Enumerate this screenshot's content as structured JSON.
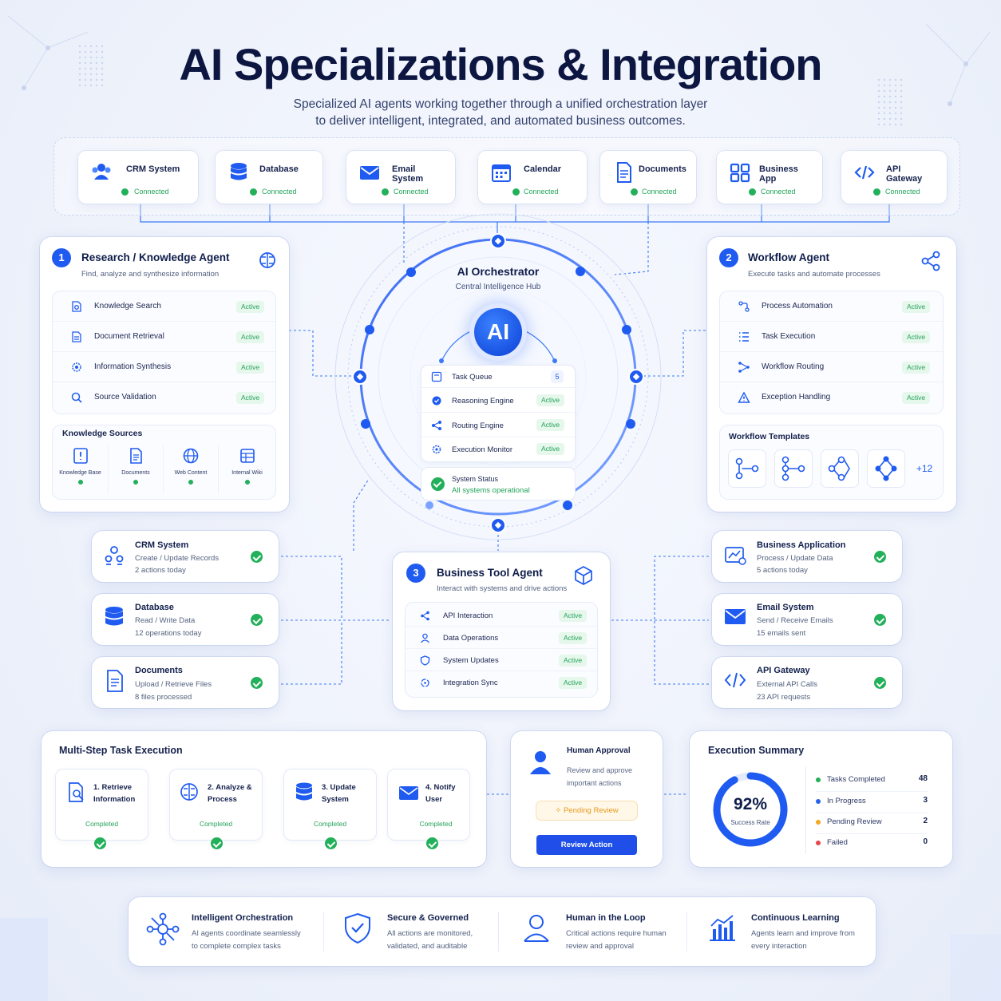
{
  "header": {
    "title": "AI Specializations & Integration",
    "subtitle_line1": "Specialized AI agents working together through a unified orchestration layer",
    "subtitle_line2": "to deliver intelligent, integrated, and automated business outcomes."
  },
  "systems": [
    {
      "name": "CRM System",
      "status": "Connected",
      "icon": "users-icon"
    },
    {
      "name": "Database",
      "status": "Connected",
      "icon": "database-icon"
    },
    {
      "name": "Email System",
      "status": "Connected",
      "icon": "mail-icon"
    },
    {
      "name": "Calendar",
      "status": "Connected",
      "icon": "calendar-icon"
    },
    {
      "name": "Documents",
      "status": "Connected",
      "icon": "document-icon"
    },
    {
      "name": "Business App",
      "status": "Connected",
      "icon": "grid-icon"
    },
    {
      "name": "API Gateway",
      "status": "Connected",
      "icon": "code-icon"
    }
  ],
  "research_agent": {
    "number": "1",
    "title": "Research / Knowledge Agent",
    "subtitle": "Find, analyze and synthesize information",
    "capabilities": [
      {
        "label": "Knowledge Search",
        "status": "Active"
      },
      {
        "label": "Document Retrieval",
        "status": "Active"
      },
      {
        "label": "Information Synthesis",
        "status": "Active"
      },
      {
        "label": "Source Validation",
        "status": "Active"
      }
    ],
    "sources_title": "Knowledge Sources",
    "sources": [
      "Knowledge Base",
      "Documents",
      "Web Content",
      "Internal Wiki"
    ]
  },
  "workflow_agent": {
    "number": "2",
    "title": "Workflow Agent",
    "subtitle": "Execute tasks and automate processes",
    "capabilities": [
      {
        "label": "Process Automation",
        "status": "Active"
      },
      {
        "label": "Task Execution",
        "status": "Active"
      },
      {
        "label": "Workflow Routing",
        "status": "Active"
      },
      {
        "label": "Exception Handling",
        "status": "Active"
      }
    ],
    "templates_title": "Workflow Templates",
    "templates_more": "+12"
  },
  "orchestrator": {
    "title": "AI Orchestrator",
    "subtitle": "Central Intelligence Hub",
    "badge": "AI",
    "queue_label": "Task Queue",
    "queue_count": "5",
    "engines": [
      {
        "label": "Reasoning Engine",
        "status": "Active"
      },
      {
        "label": "Routing Engine",
        "status": "Active"
      },
      {
        "label": "Execution Monitor",
        "status": "Active"
      }
    ],
    "system_status_label": "System Status",
    "system_status_value": "All systems operational"
  },
  "business_agent": {
    "number": "3",
    "title": "Business Tool Agent",
    "subtitle": "Interact with systems and drive actions",
    "capabilities": [
      {
        "label": "API Interaction",
        "status": "Active"
      },
      {
        "label": "Data Operations",
        "status": "Active"
      },
      {
        "label": "System Updates",
        "status": "Active"
      },
      {
        "label": "Integration Sync",
        "status": "Active"
      }
    ]
  },
  "left_tools": [
    {
      "name": "CRM System",
      "desc": "Create / Update Records",
      "stat": "2 actions today"
    },
    {
      "name": "Database",
      "desc": "Read / Write Data",
      "stat": "12 operations today"
    },
    {
      "name": "Documents",
      "desc": "Upload / Retrieve Files",
      "stat": "8 files processed"
    }
  ],
  "right_tools": [
    {
      "name": "Business Application",
      "desc": "Process / Update Data",
      "stat": "5 actions today"
    },
    {
      "name": "Email System",
      "desc": "Send / Receive Emails",
      "stat": "15 emails sent"
    },
    {
      "name": "API Gateway",
      "desc": "External API Calls",
      "stat": "23 API requests"
    }
  ],
  "multistep": {
    "title": "Multi-Step Task Execution",
    "steps": [
      {
        "line1": "1. Retrieve",
        "line2": "Information",
        "status": "Completed"
      },
      {
        "line1": "2. Analyze &",
        "line2": "Process",
        "status": "Completed"
      },
      {
        "line1": "3. Update",
        "line2": "System",
        "status": "Completed"
      },
      {
        "line1": "4. Notify",
        "line2": "User",
        "status": "Completed"
      }
    ]
  },
  "approval": {
    "title": "Human Approval",
    "desc_line1": "Review and approve",
    "desc_line2": "important actions",
    "pending": "Pending Review",
    "button": "Review Action"
  },
  "summary": {
    "title": "Execution Summary",
    "rate": "92%",
    "rate_label": "Success Rate",
    "rate_value": 0.92,
    "rows": [
      {
        "label": "Tasks Completed",
        "value": "48",
        "color": "#22b05a"
      },
      {
        "label": "In Progress",
        "value": "3",
        "color": "#2563eb"
      },
      {
        "label": "Pending Review",
        "value": "2",
        "color": "#f5a623"
      },
      {
        "label": "Failed",
        "value": "0",
        "color": "#e5484d"
      }
    ]
  },
  "features": [
    {
      "title": "Intelligent Orchestration",
      "line1": "AI agents coordinate seamlessly",
      "line2": "to complete complex tasks"
    },
    {
      "title": "Secure & Governed",
      "line1": "All actions are monitored,",
      "line2": "validated, and auditable"
    },
    {
      "title": "Human in the Loop",
      "line1": "Critical actions require human",
      "line2": "review and approval"
    },
    {
      "title": "Continuous Learning",
      "line1": "Agents learn and improve from",
      "line2": "every interaction"
    }
  ]
}
